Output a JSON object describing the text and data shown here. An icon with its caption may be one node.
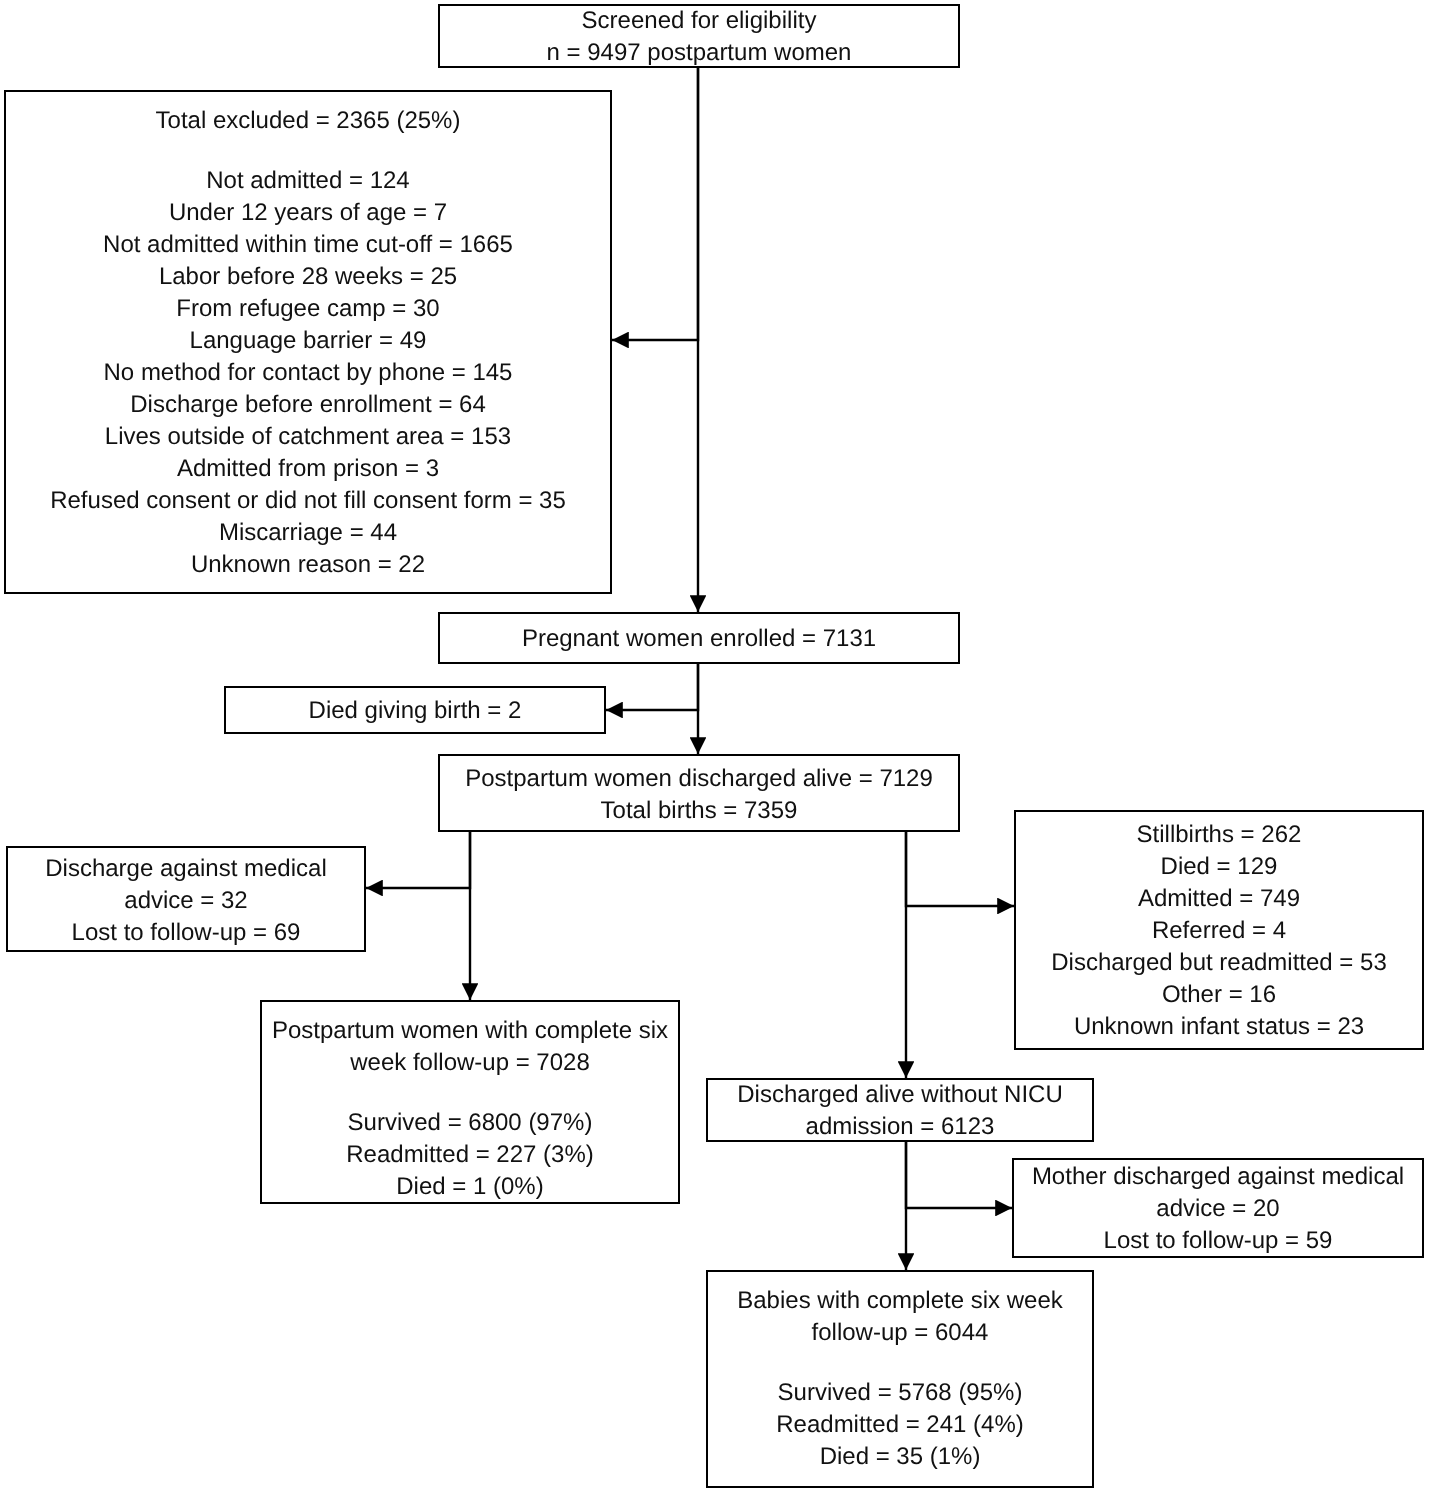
{
  "diagram": {
    "nodes": [
      {
        "text": [
          "Screened for eligibility",
          "n = 9497 postpartum women"
        ]
      },
      {
        "text": [
          "Total excluded = 2365 (25%)",
          "Not admitted = 124",
          "Under 12 years of age = 7",
          "Not admitted within time cut-off = 1665",
          "Labor before 28 weeks = 25",
          "From refugee camp = 30",
          "Language barrier = 49",
          "No method for contact by phone = 145",
          "Discharge before enrollment = 64",
          "Lives outside of catchment area = 153",
          "Admitted from prison = 3",
          "Refused consent or did not fill consent form = 35",
          "Miscarriage = 44",
          "Unknown reason = 22"
        ]
      },
      {
        "text": [
          "Pregnant women enrolled = 7131"
        ]
      },
      {
        "text": [
          "Died giving birth = 2"
        ]
      },
      {
        "text": [
          "Postpartum women discharged alive = 7129",
          "Total births = 7359"
        ]
      },
      {
        "text": [
          "Discharge against medical advice = 32",
          "Lost to follow-up = 69"
        ]
      },
      {
        "text": [
          "Stillbirths = 262",
          "Died = 129",
          "Admitted = 749",
          "Referred = 4",
          "Discharged but readmitted = 53",
          "Other = 16",
          "Unknown infant status = 23"
        ]
      },
      {
        "text": [
          "Postpartum women with complete six week follow-up = 7028",
          "Survived = 6800 (97%)",
          "Readmitted = 227 (3%)",
          "Died = 1 (0%)"
        ]
      },
      {
        "text": [
          "Discharged alive without NICU admission = 6123"
        ]
      },
      {
        "text": [
          "Mother discharged against medical advice = 20",
          "Lost to follow-up = 59"
        ]
      },
      {
        "text": [
          "Babies with complete six week follow-up = 6044",
          "Survived = 5768 (95%)",
          "Readmitted = 241 (4%)",
          "Died = 35 (1%)"
        ]
      }
    ],
    "edges": [
      {
        "from": 0,
        "to": 1,
        "arrow": "to"
      },
      {
        "from": 0,
        "to": 2,
        "arrow": "to"
      },
      {
        "from": 2,
        "to": 3,
        "arrow": "to"
      },
      {
        "from": 2,
        "to": 4,
        "arrow": "to"
      },
      {
        "from": 4,
        "to": 5,
        "arrow": "to"
      },
      {
        "from": 4,
        "to": 7,
        "arrow": "to"
      },
      {
        "from": 4,
        "to": 6,
        "arrow": "to"
      },
      {
        "from": 4,
        "to": 8,
        "arrow": "to"
      },
      {
        "from": 8,
        "to": 9,
        "arrow": "to"
      },
      {
        "from": 8,
        "to": 10,
        "arrow": "to"
      }
    ]
  }
}
